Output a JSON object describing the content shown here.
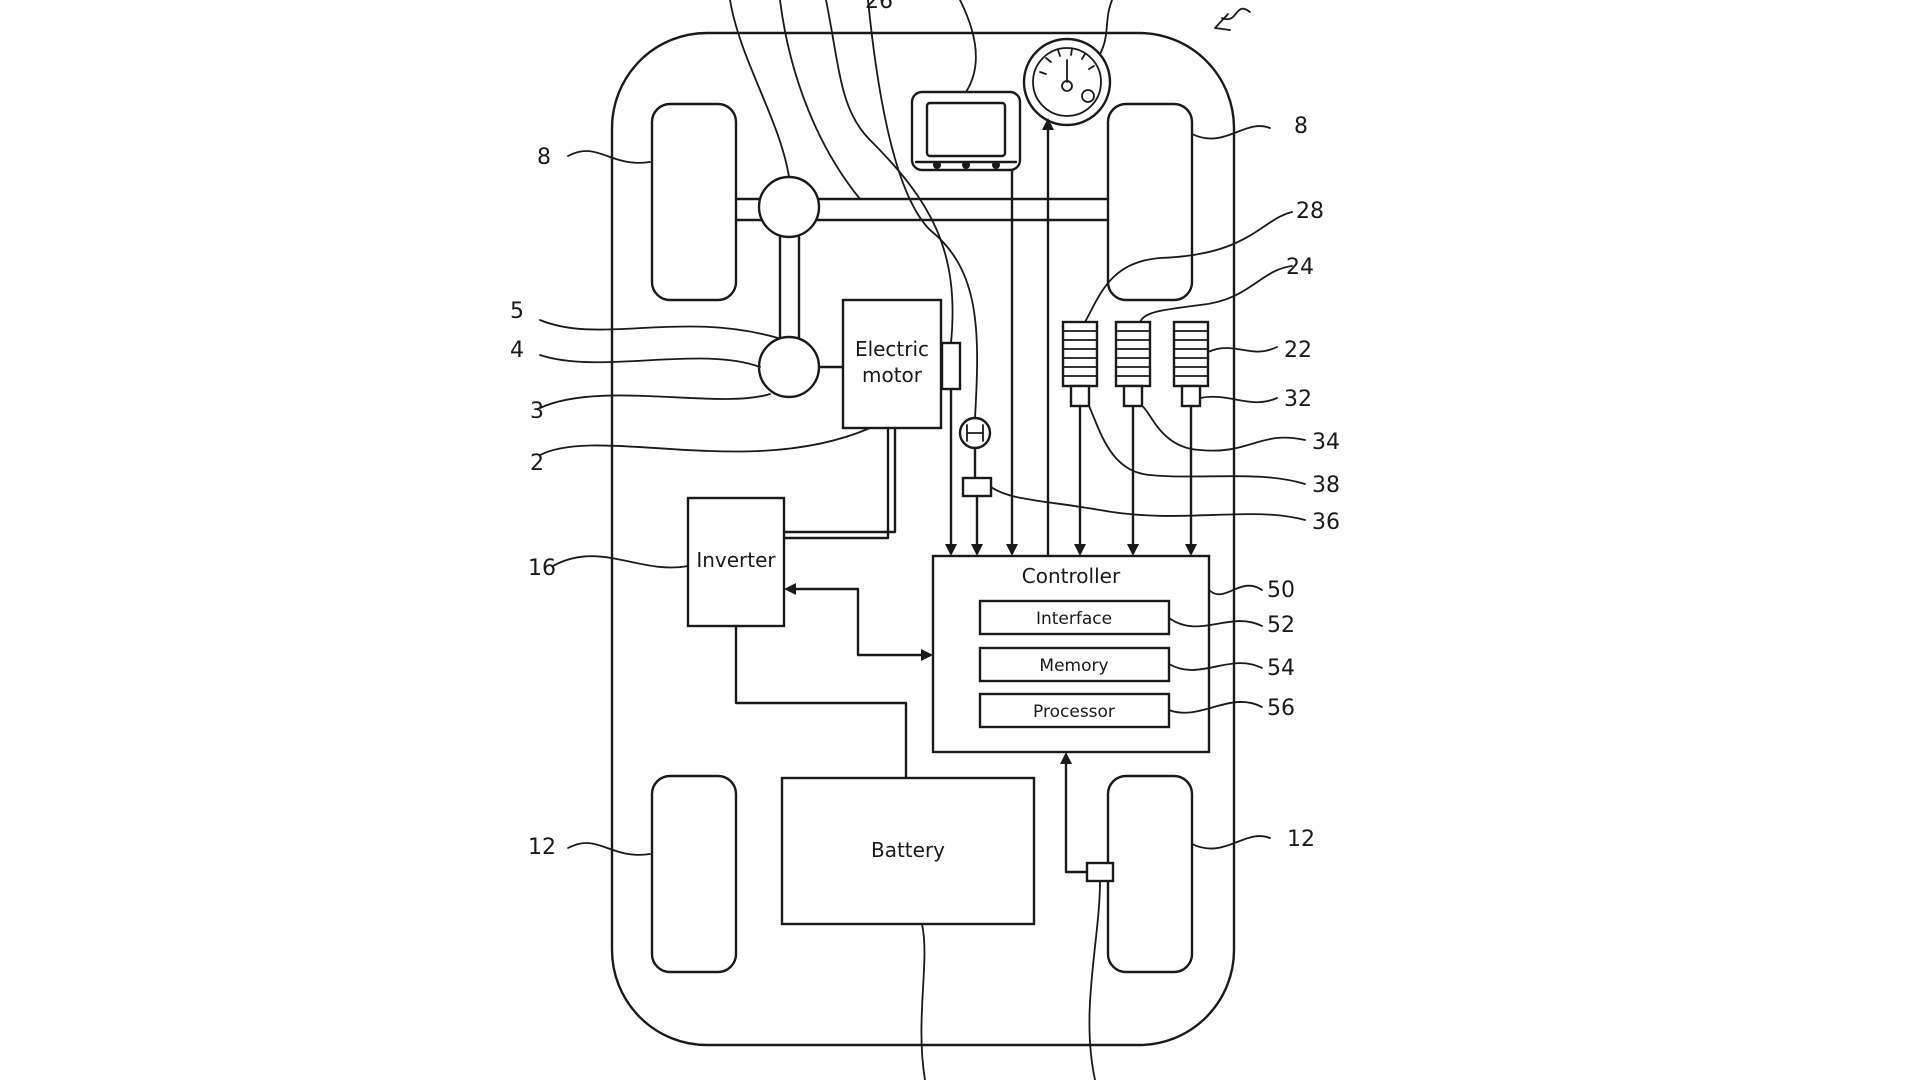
{
  "labels": {
    "electric_motor_line1": "Electric",
    "electric_motor_line2": "motor",
    "inverter": "Inverter",
    "controller": "Controller",
    "interface": "Interface",
    "memory": "Memory",
    "processor": "Processor",
    "battery": "Battery"
  },
  "refs": {
    "front_wheel_left": "8",
    "front_wheel_right": "8",
    "rear_wheel_left": "12",
    "rear_wheel_right": "12",
    "r5": "5",
    "r4": "4",
    "r3": "3",
    "r2": "2",
    "r16": "16",
    "r28": "28",
    "r24": "24",
    "r22": "22",
    "r32": "32",
    "r34": "34",
    "r38": "38",
    "r36": "36",
    "r50": "50",
    "r52": "52",
    "r54": "54",
    "r56": "56",
    "r26_top": "26"
  }
}
